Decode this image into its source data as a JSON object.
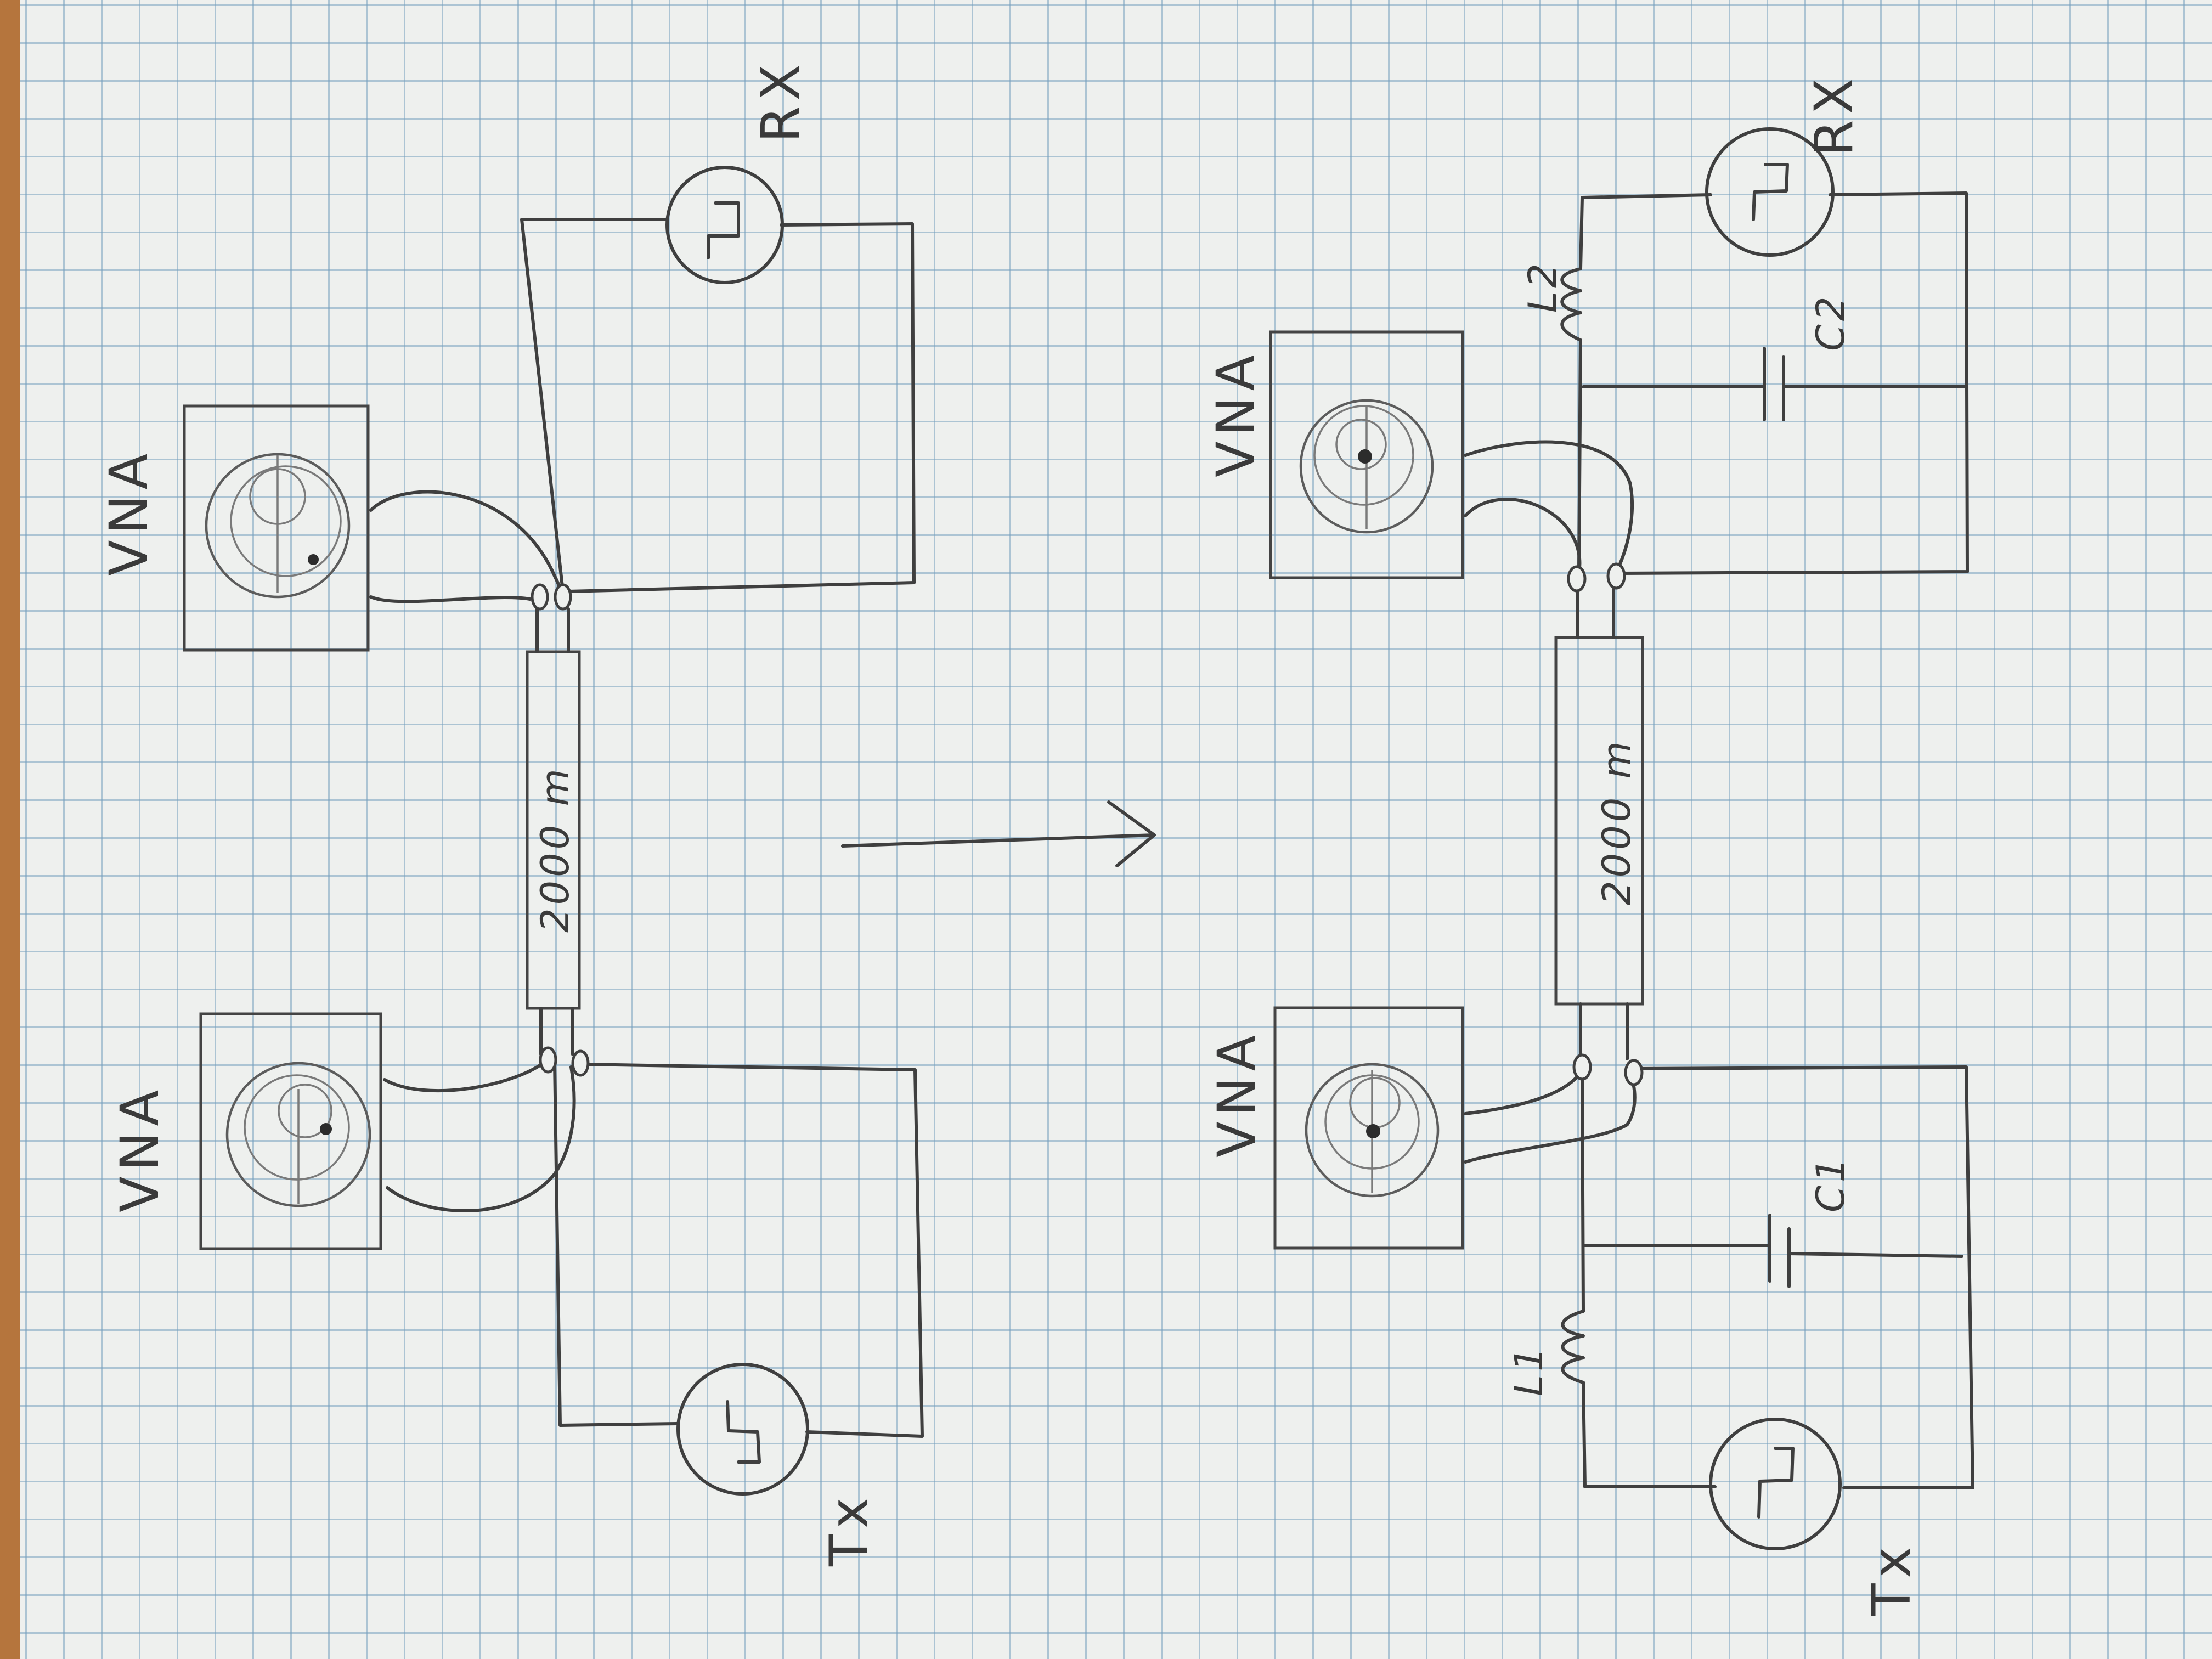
{
  "labels": {
    "vna": "VNA",
    "rx": "RX",
    "tx": "Tx",
    "cable_length": "2000 m",
    "inductor_1": "L1",
    "inductor_2": "L2",
    "capacitor_1": "C1",
    "capacitor_2": "C2"
  },
  "colors": {
    "paper": "#eef0ee",
    "grid": "#76a0be",
    "ink": "#3f3f3f",
    "desk": "#b5753d"
  },
  "icons": [
    "signal-generator-icon",
    "arrow-right-icon",
    "inductor-icon",
    "capacitor-icon",
    "smith-chart-icon"
  ]
}
